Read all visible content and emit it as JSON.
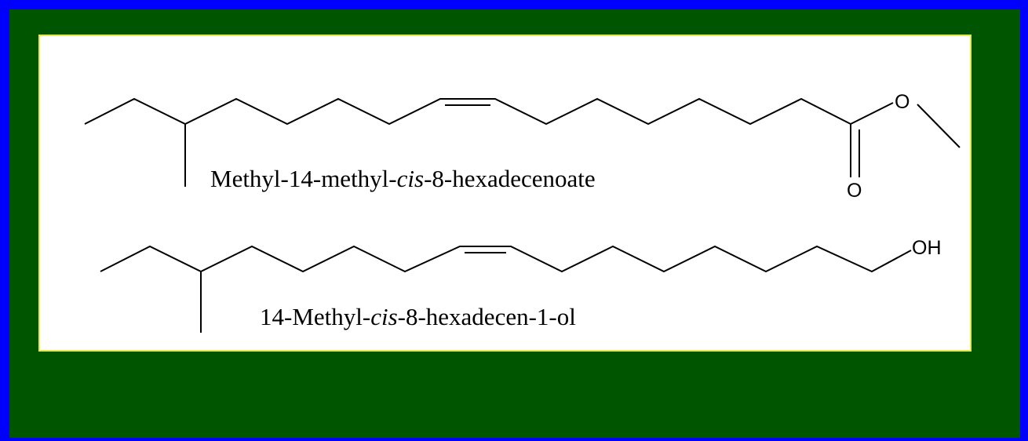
{
  "slide": {
    "background_color": "#0000FF",
    "inner_color": "#005500",
    "panel_color": "#FFFFFF",
    "panel_border_color": "#E8E84A"
  },
  "molecule1": {
    "name_prefix": "Methyl-14-methyl-",
    "name_italic": "cis",
    "name_suffix": "-8-hexadecenoate",
    "ester_oxygen_label": "O",
    "carbonyl_oxygen_label": "O"
  },
  "molecule2": {
    "name_prefix": "14-Methyl-",
    "name_italic": "cis",
    "name_suffix": "-8-hexadecen-1-ol",
    "hydroxyl_label": "OH"
  }
}
